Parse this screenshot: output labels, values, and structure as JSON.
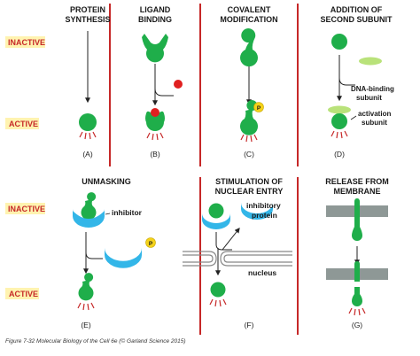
{
  "states": {
    "inactive": "INACTIVE",
    "active": "ACTIVE"
  },
  "panels": {
    "a": {
      "title1": "PROTEIN",
      "title2": "SYNTHESIS",
      "label": "(A)"
    },
    "b": {
      "title1": "LIGAND",
      "title2": "BINDING",
      "label": "(B)"
    },
    "c": {
      "title1": "COVALENT",
      "title2": "MODIFICATION",
      "label": "(C)",
      "phosphate": "P"
    },
    "d": {
      "title1": "ADDITION OF",
      "title2": "SECOND SUBUNIT",
      "label": "(D)",
      "dna_binding1": "DNA-binding",
      "dna_binding2": "subunit",
      "activation1": "activation",
      "activation2": "subunit"
    },
    "e": {
      "title": "UNMASKING",
      "label": "(E)",
      "inhibitor": "inhibitor",
      "phosphate": "P"
    },
    "f": {
      "title1": "STIMULATION OF",
      "title2": "NUCLEAR ENTRY",
      "label": "(F)",
      "inhibitory1": "inhibitory",
      "inhibitory2": "protein",
      "nucleus": "nucleus"
    },
    "g": {
      "title1": "RELEASE FROM",
      "title2": "MEMBRANE",
      "label": "(G)"
    }
  },
  "caption": "Figure 7-32  Molecular Biology of the Cell 6e (© Garland Science 2015)",
  "colors": {
    "protein": "#1fae4a",
    "inhibitor": "#33b6e8",
    "ligand": "#e02020",
    "phosphate": "#f4d21a",
    "subunit": "#b9e27a",
    "membrane": "#8e9896",
    "divider": "#c62828",
    "state_bg": "#fff3b0",
    "state_text": "#c62828"
  }
}
